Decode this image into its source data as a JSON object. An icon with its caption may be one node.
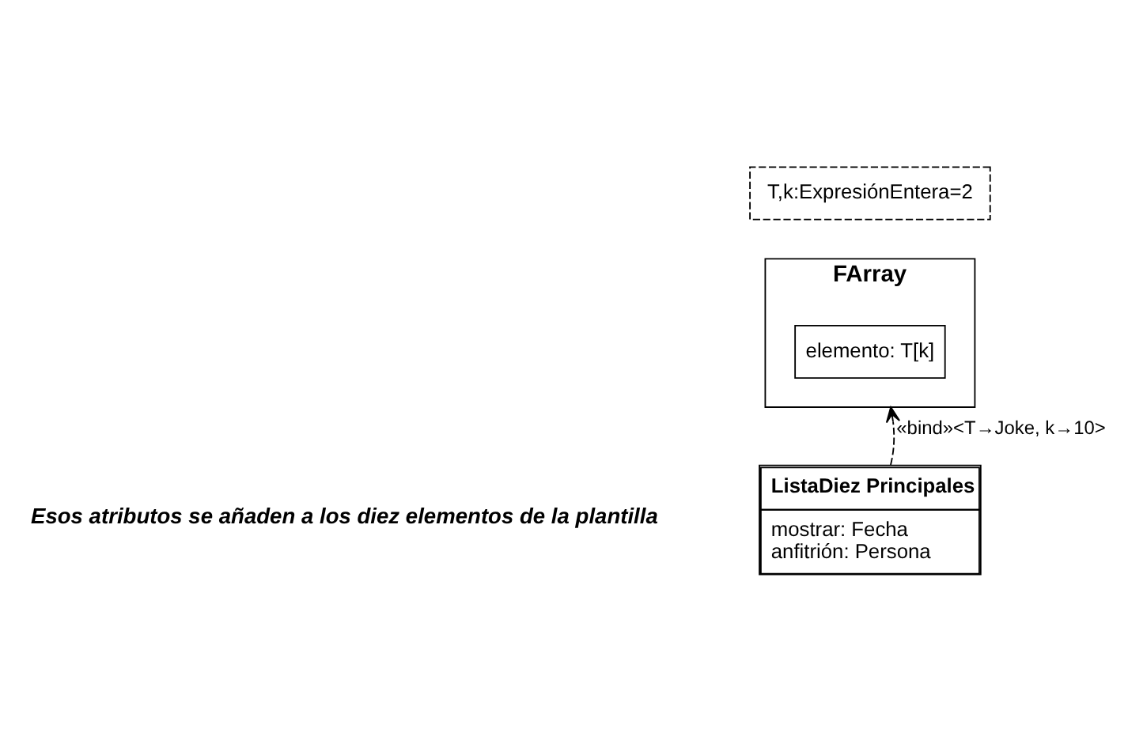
{
  "diagram": {
    "nodes": [
      {
        "text": [
          "FArray"
        ]
      },
      {
        "text": [
          "elemento: T[k]"
        ],
        "in": 0
      },
      {
        "text": [
          "T,k:ExpresiónEntera=2"
        ]
      },
      {
        "text": [
          "ListaDiez Principales",
          "mostrar: Fecha",
          "anfitrión: Persona"
        ]
      }
    ],
    "edges": [
      {
        "from": 3,
        "to": 0,
        "arrow": "to",
        "style": "dashed",
        "label": "«bind»<T→Joke, k→10>"
      }
    ],
    "labels": [
      "Esos atributos se añaden a los diez elementos de la plantilla"
    ]
  }
}
